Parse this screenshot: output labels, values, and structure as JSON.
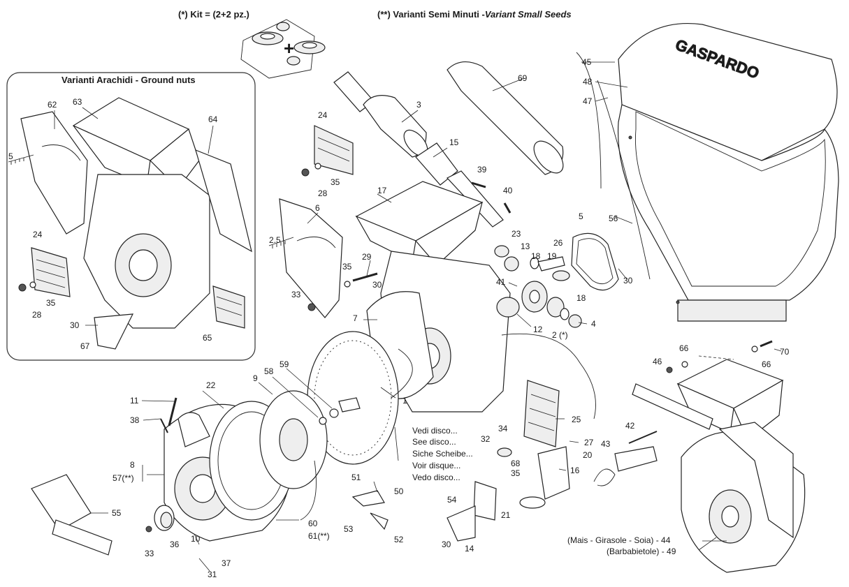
{
  "header": {
    "kit_note": "(*) Kit = (2+2 pz.)",
    "variant_note_prefix": "(**) Varianti Semi Minuti -",
    "variant_note_italic": "Variant Small Seeds"
  },
  "groundnut_box": {
    "title": "Varianti Arachidi - Ground nuts",
    "labels": [
      "62",
      "63",
      "64",
      "5",
      "24",
      "35",
      "28",
      "30",
      "67",
      "65"
    ]
  },
  "see_disc_notes": [
    "Vedi disco...",
    "See disco...",
    "Siche Scheibe...",
    "Voir disque...",
    "Vedo disco..."
  ],
  "hopper_variants": {
    "line1": "(Mais - Girasole - Soia) - 44",
    "line2": "(Barbabietole) - 49"
  },
  "kit_symbol": "+",
  "callouts": {
    "c45": "45",
    "c48": "48",
    "c47": "47",
    "c69": "69",
    "c3": "3",
    "c15": "15",
    "c39": "39",
    "c40": "40",
    "c24": "24",
    "c35a": "35",
    "c28": "28",
    "c17": "17",
    "c6": "6",
    "c25a": "2.5",
    "c29": "29",
    "c35b": "35",
    "c30a": "30",
    "c33a": "33",
    "c23": "23",
    "c13": "13",
    "c26": "26",
    "c18a": "18",
    "c19": "19",
    "c5": "5",
    "c30b": "30",
    "c56": "56",
    "c41": "41",
    "c18b": "18",
    "c4": "4",
    "c12": "12",
    "c2": "2",
    "c2star": "(*)",
    "c7": "7",
    "c1": "1",
    "c46": "46",
    "c66a": "66",
    "c66b": "66",
    "c70": "70",
    "c11": "11",
    "c38": "38",
    "c22": "22",
    "c9": "9",
    "c58": "58",
    "c59": "59",
    "c8": "8",
    "c57": "57(**)",
    "c55": "55",
    "c33b": "33",
    "c36": "36",
    "c10": "10",
    "c37": "37",
    "c31": "31",
    "c60": "60",
    "c61": "61(**)",
    "c51": "51",
    "c50": "50",
    "c53": "53",
    "c52": "52",
    "c54": "54",
    "c30c": "30",
    "c14": "14",
    "c34": "34",
    "c32": "32",
    "c68": "68",
    "c35c": "35",
    "c27": "27",
    "c16": "16",
    "c21": "21",
    "c42": "42",
    "c43": "43",
    "c20": "20",
    "c25b": "25"
  },
  "brand_text": "GASPARDO"
}
